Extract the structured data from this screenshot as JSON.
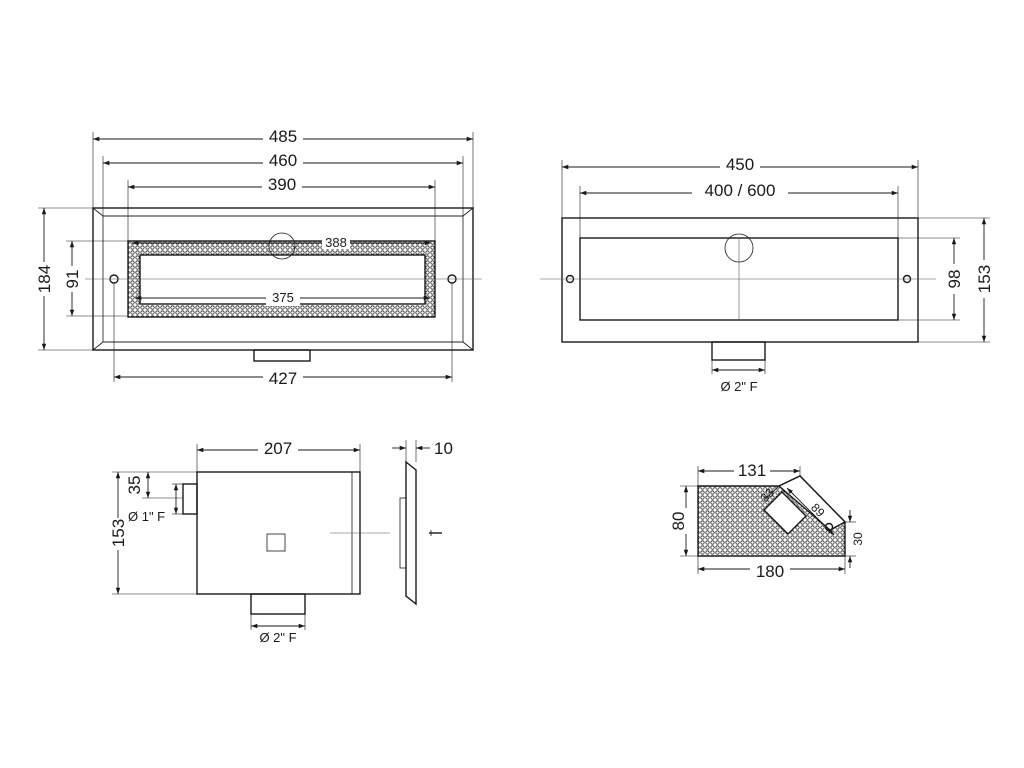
{
  "front_view": {
    "dim_485": "485",
    "dim_460": "460",
    "dim_390": "390",
    "dim_388": "388",
    "dim_375": "375",
    "dim_427": "427",
    "dim_184": "184",
    "dim_91": "91"
  },
  "top_view": {
    "dim_450": "450",
    "dim_400_600": "400 / 600",
    "dim_98": "98",
    "dim_153": "153",
    "dim_outlet": "Ø 2\" F"
  },
  "side_view": {
    "dim_207": "207",
    "dim_10": "10",
    "dim_35": "35",
    "dim_inlet": "Ø 1\" F",
    "dim_153": "153",
    "dim_outlet": "Ø 2\" F"
  },
  "section_view": {
    "dim_131": "131",
    "dim_33": "33",
    "dim_89": "89",
    "dim_80": "80",
    "dim_30": "30",
    "dim_180": "180"
  }
}
